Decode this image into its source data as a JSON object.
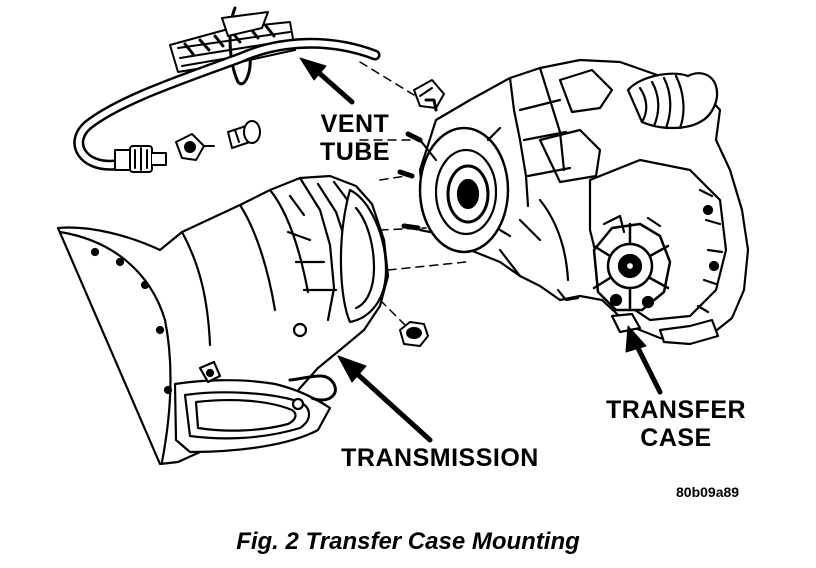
{
  "labels": {
    "vent_tube_line1": "VENT",
    "vent_tube_line2": "TUBE",
    "transfer_case_line1": "TRANSFER",
    "transfer_case_line2": "CASE",
    "transmission": "TRANSMISSION"
  },
  "figure_id": "80b09a89",
  "caption": "Fig. 2 Transfer Case Mounting"
}
